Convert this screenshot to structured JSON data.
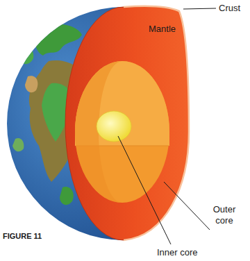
{
  "diagram": {
    "caption": "FIGURE 11",
    "labels": [
      "Crust",
      "Mantle",
      "Outer core",
      "Inner core"
    ]
  }
}
